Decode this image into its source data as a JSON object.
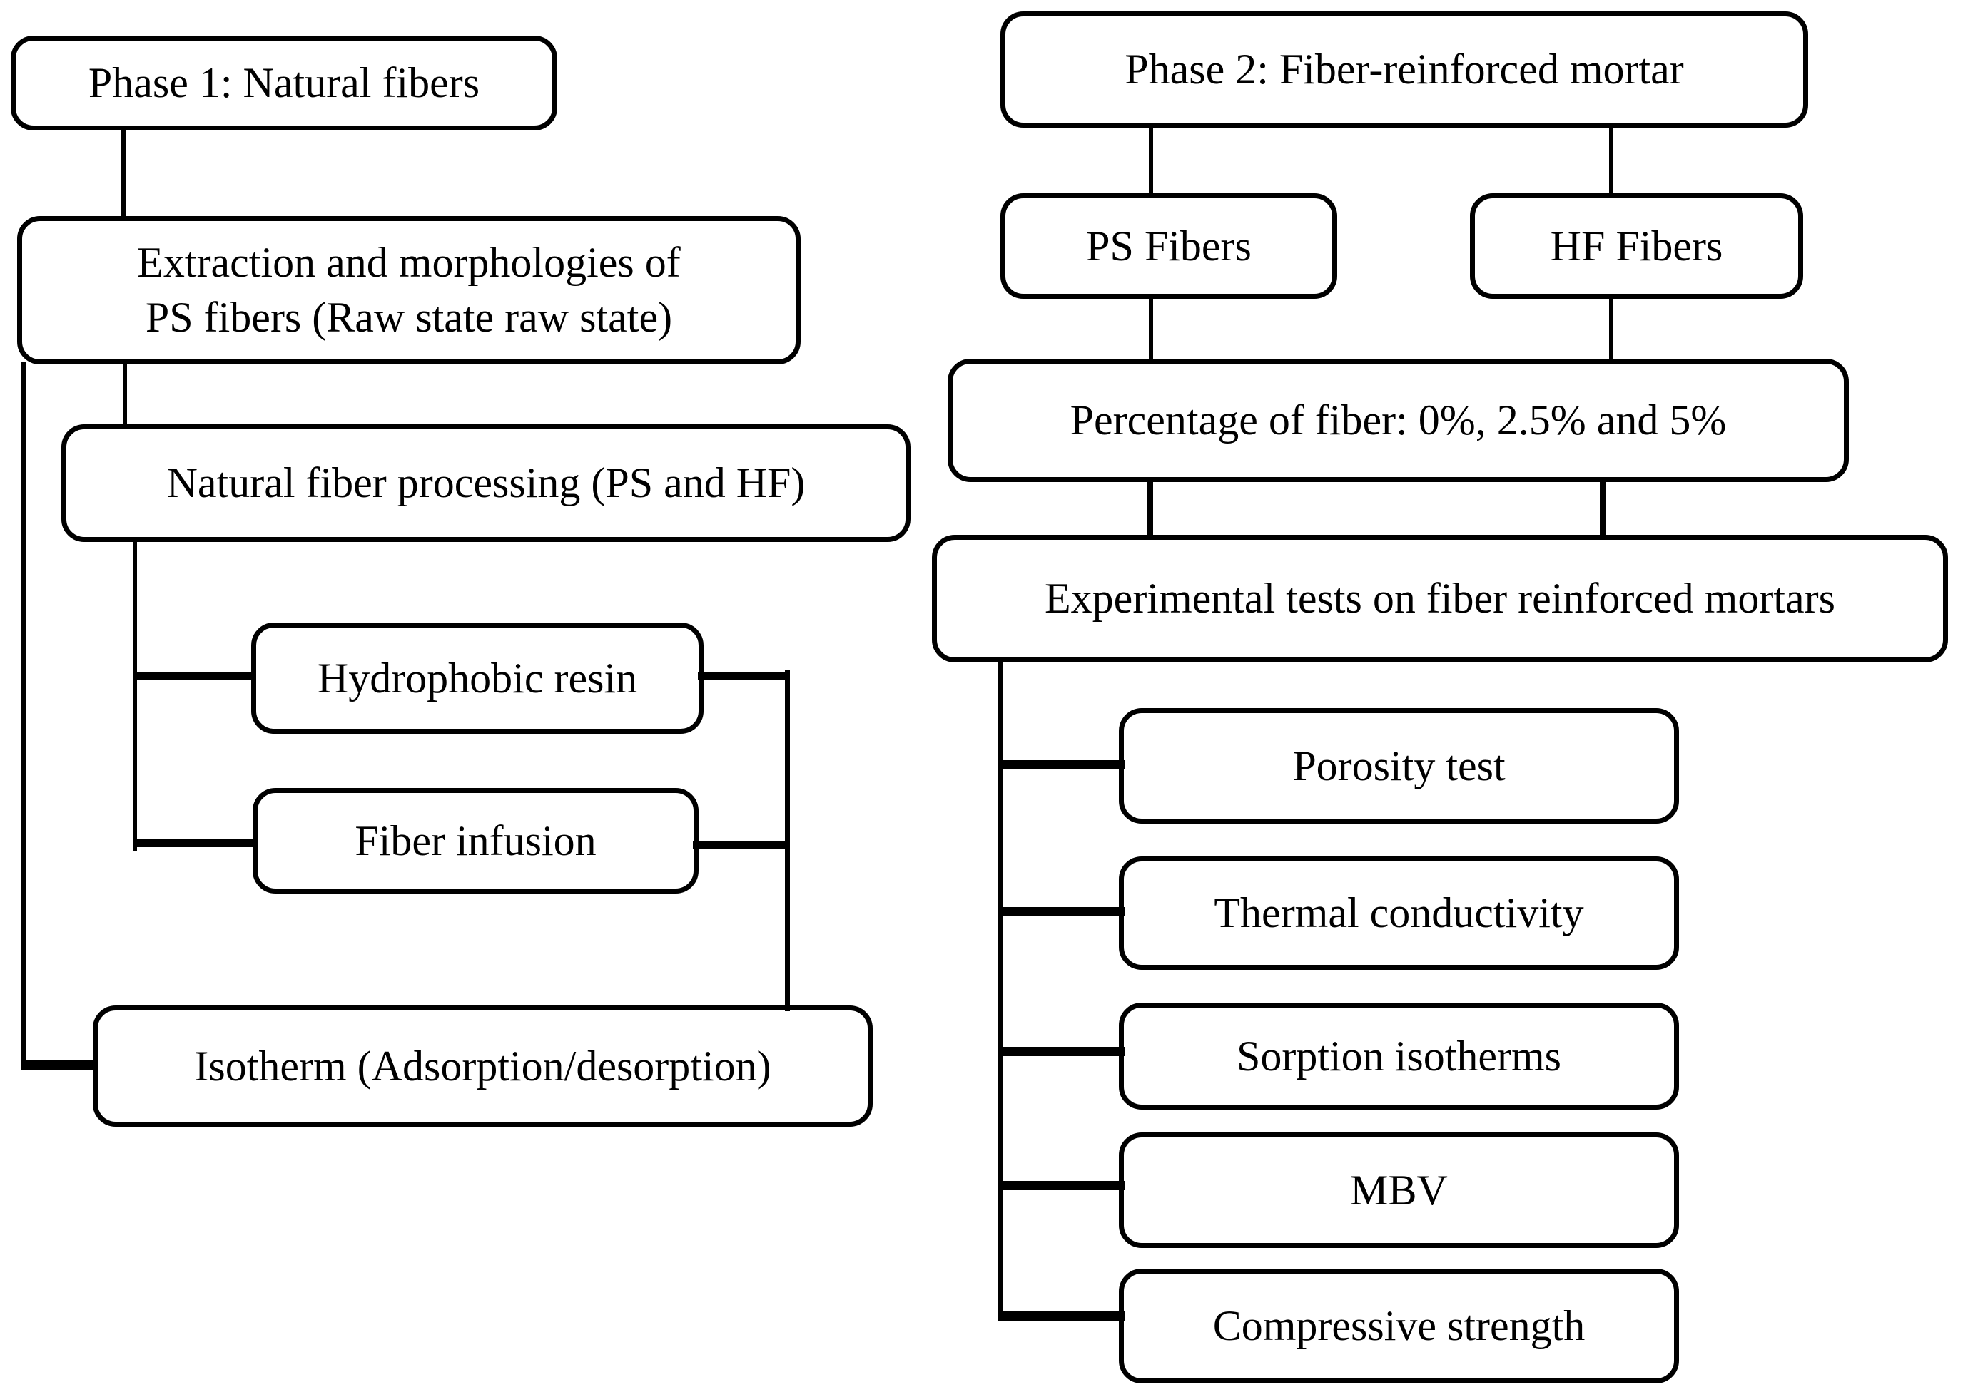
{
  "colors": {
    "background": "#ffffff",
    "stroke": "#000000",
    "text": "#000000"
  },
  "diagram": {
    "phase1": {
      "title": "Phase 1: Natural fibers",
      "extraction_line1": "Extraction and morphologies of",
      "extraction_line2": "PS fibers (Raw state raw state)",
      "processing": "Natural fiber processing (PS and HF)",
      "resin": "Hydrophobic resin",
      "infusion": "Fiber infusion",
      "isotherm": "Isotherm (Adsorption/desorption)"
    },
    "phase2": {
      "title": "Phase 2: Fiber-reinforced mortar",
      "ps_fibers": "PS Fibers",
      "hf_fibers": "HF Fibers",
      "percentage": "Percentage of fiber: 0%, 2.5% and 5%",
      "experimental": "Experimental tests on fiber reinforced mortars",
      "tests": [
        "Porosity test",
        "Thermal conductivity",
        "Sorption isotherms",
        "MBV",
        "Compressive strength"
      ]
    }
  }
}
